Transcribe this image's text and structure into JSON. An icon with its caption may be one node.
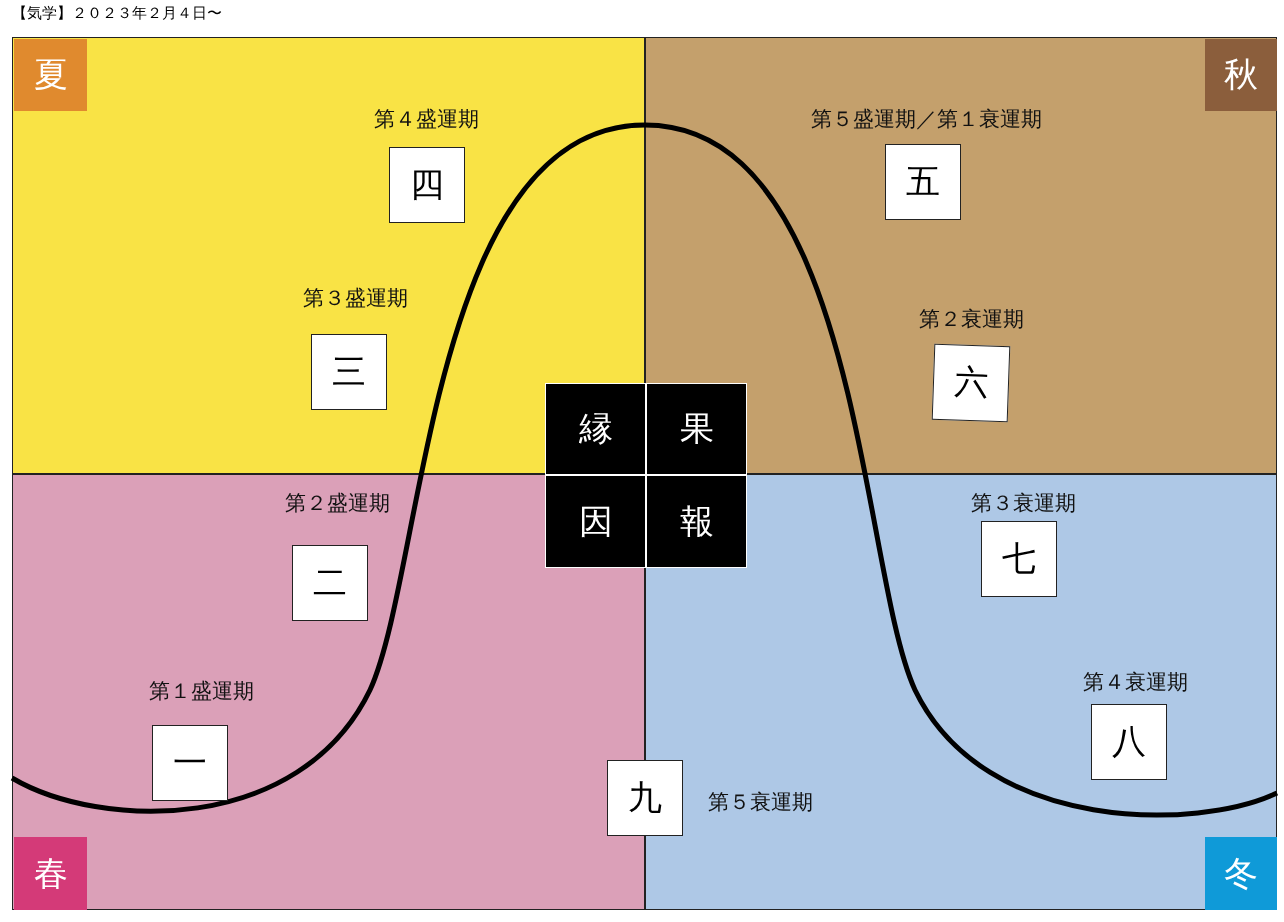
{
  "diagram": {
    "title": "【気学】２０２３年２月４日〜",
    "nodes": [
      {
        "text": [],
        "shape": "box"
      },
      {
        "text": [],
        "shape": "box"
      },
      {
        "text": [],
        "shape": "box"
      },
      {
        "text": [],
        "shape": "box"
      },
      {
        "text": [
          "夏"
        ],
        "in": 0
      },
      {
        "text": [
          "秋"
        ],
        "in": 1
      },
      {
        "text": [
          "春"
        ],
        "in": 2
      },
      {
        "text": [
          "冬"
        ],
        "in": 3
      },
      {
        "text": [
          "四"
        ],
        "in": 0,
        "beside": [
          "第４盛運期"
        ]
      },
      {
        "text": [
          "三"
        ],
        "in": 0,
        "beside": [
          "第３盛運期"
        ]
      },
      {
        "text": [
          "五"
        ],
        "in": 1,
        "beside": [
          "第５盛運期／第１衰運期"
        ]
      },
      {
        "text": [
          "六"
        ],
        "in": 1,
        "beside": [
          "第２衰運期"
        ]
      },
      {
        "text": [
          "二"
        ],
        "in": 2,
        "beside": [
          "第２盛運期"
        ]
      },
      {
        "text": [
          "一"
        ],
        "in": 2,
        "beside": [
          "第１盛運期"
        ]
      },
      {
        "text": [
          "七"
        ],
        "in": 3,
        "beside": [
          "第３衰運期"
        ]
      },
      {
        "text": [
          "八"
        ],
        "in": 3,
        "beside": [
          "第４衰運期"
        ]
      },
      {
        "text": [
          "九"
        ],
        "beside": [
          "第５衰運期"
        ]
      },
      {
        "text": [
          "縁"
        ],
        "in": 0
      },
      {
        "text": [
          "果"
        ],
        "in": 1
      },
      {
        "text": [
          "因"
        ],
        "in": 2
      },
      {
        "text": [
          "報"
        ],
        "in": 3
      }
    ],
    "edges": []
  }
}
